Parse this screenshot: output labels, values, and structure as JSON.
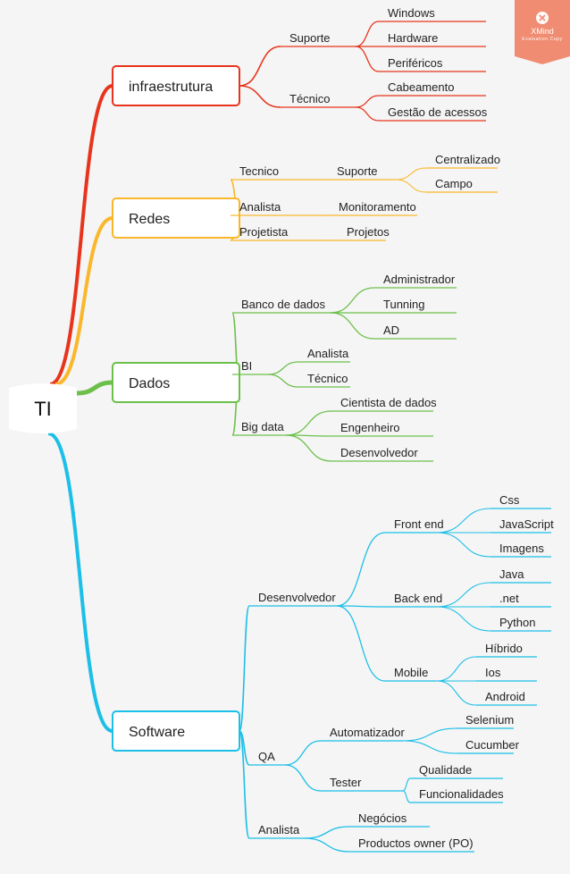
{
  "root": {
    "label": "TI"
  },
  "branches": [
    {
      "label": "infraestrutura",
      "color": "#e8341c",
      "children": [
        {
          "label": "Suporte",
          "children": [
            {
              "label": "Windows"
            },
            {
              "label": "Hardware"
            },
            {
              "label": "Periféricos"
            }
          ]
        },
        {
          "label": "Técnico",
          "children": [
            {
              "label": "Cabeamento"
            },
            {
              "label": "Gestão de acessos"
            }
          ]
        }
      ]
    },
    {
      "label": "Redes",
      "color": "#fbb72b",
      "children": [
        {
          "label": "Tecnico",
          "children": [
            {
              "label": "Suporte",
              "children": [
                {
                  "label": "Centralizado"
                },
                {
                  "label": "Campo"
                }
              ]
            }
          ]
        },
        {
          "label": "Analista",
          "children": [
            {
              "label": "Monitoramento"
            }
          ]
        },
        {
          "label": "Projetista",
          "children": [
            {
              "label": "Projetos"
            }
          ]
        }
      ]
    },
    {
      "label": "Dados",
      "color": "#6cc04a",
      "children": [
        {
          "label": "Banco de dados",
          "children": [
            {
              "label": "Administrador"
            },
            {
              "label": "Tunning"
            },
            {
              "label": "AD"
            }
          ]
        },
        {
          "label": "BI",
          "children": [
            {
              "label": "Analista"
            },
            {
              "label": "Técnico"
            }
          ]
        },
        {
          "label": "Big data",
          "children": [
            {
              "label": "Cientista de dados"
            },
            {
              "label": "Engenheiro"
            },
            {
              "label": "Desenvolvedor"
            }
          ]
        }
      ]
    },
    {
      "label": "Software",
      "color": "#1bbfe8",
      "children": [
        {
          "label": "Desenvolvedor",
          "children": [
            {
              "label": "Front end",
              "children": [
                {
                  "label": "Css"
                },
                {
                  "label": "JavaScript"
                },
                {
                  "label": "Imagens"
                }
              ]
            },
            {
              "label": "Back end",
              "children": [
                {
                  "label": "Java"
                },
                {
                  "label": ".net"
                },
                {
                  "label": "Python"
                }
              ]
            },
            {
              "label": "Mobile",
              "children": [
                {
                  "label": "Híbrido"
                },
                {
                  "label": "Ios"
                },
                {
                  "label": "Android"
                }
              ]
            }
          ]
        },
        {
          "label": "QA",
          "children": [
            {
              "label": "Automatizador",
              "children": [
                {
                  "label": "Selenium"
                },
                {
                  "label": "Cucumber"
                }
              ]
            },
            {
              "label": "Tester",
              "children": [
                {
                  "label": "Qualidade"
                },
                {
                  "label": "Funcionalidades"
                }
              ]
            }
          ]
        },
        {
          "label": "Analista",
          "children": [
            {
              "label": "Negócios"
            },
            {
              "label": "Productos owner (PO)"
            }
          ]
        }
      ]
    }
  ],
  "watermark": {
    "title": "XMind",
    "subtitle": "Evaluation Copy",
    "color": "#f08c72"
  }
}
